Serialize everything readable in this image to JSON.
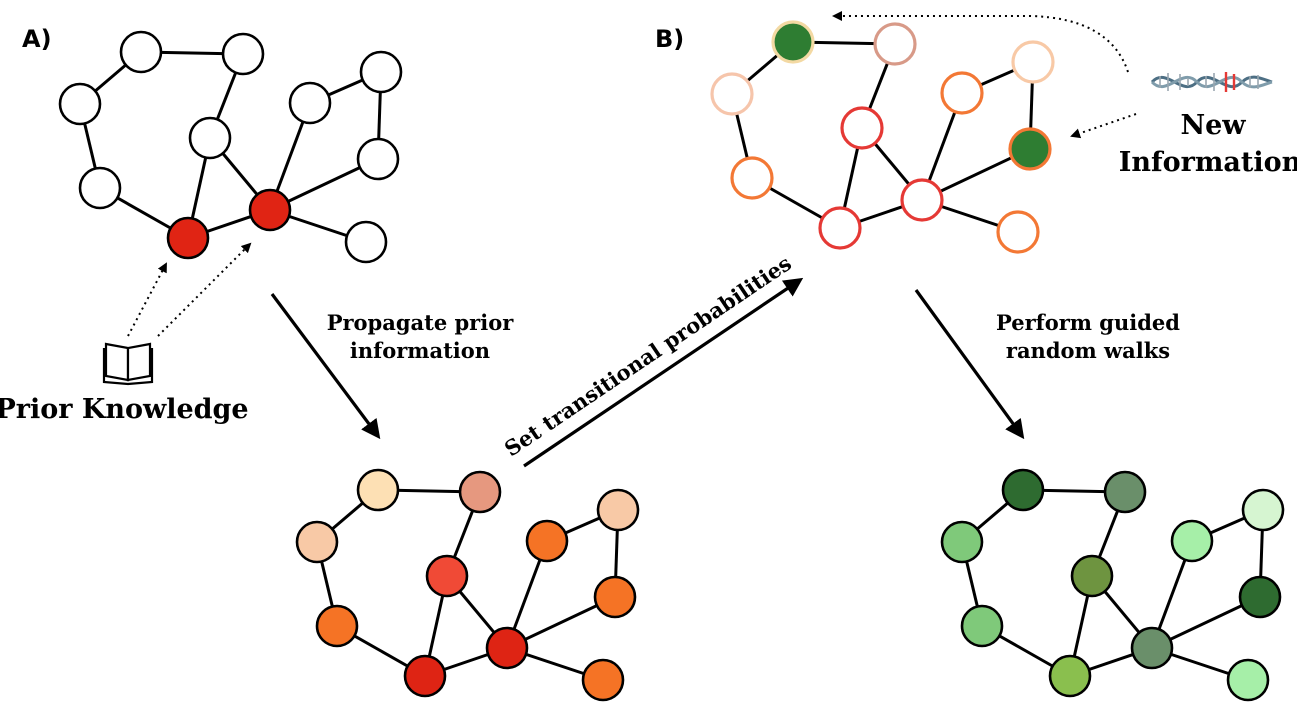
{
  "panel_labels": {
    "a": "A)",
    "b": "B)"
  },
  "captions": {
    "prior_knowledge": "Prior Knowledge",
    "propagate_line1": "Propagate prior",
    "propagate_line2": "information",
    "transitional": "Set transitional probabilities",
    "walks_line1": "Perform guided",
    "walks_line2": "random walks",
    "new_info_line1": "New",
    "new_info_line2": "Information"
  },
  "icons": {
    "book": "open-book-icon",
    "dna": "dna-helix-icon"
  },
  "colors": {
    "edge": "#000000",
    "seed_red": "#e02414",
    "new_info_green": "#2e7d32"
  },
  "networks": {
    "prior": {
      "node_fill": [
        "#ffffff",
        "#ffffff",
        "#ffffff",
        "#ffffff",
        "#ffffff",
        "#ffffff",
        "#ffffff",
        "#ffffff",
        "#ffffff",
        "#e02414",
        "#e02414",
        "#ffffff"
      ],
      "node_stroke": [
        "#000000",
        "#000000",
        "#000000",
        "#000000",
        "#000000",
        "#000000",
        "#000000",
        "#000000",
        "#000000",
        "#000000",
        "#000000",
        "#000000"
      ]
    },
    "propagated": {
      "node_fill": [
        "#fde0b4",
        "#e6987f",
        "#f8c9a6",
        "#f04a36",
        "#f57325",
        "#f8c9a6",
        "#f57325",
        "#f57325",
        "#f57325",
        "#de2414",
        "#de2414",
        "#f57325"
      ],
      "node_stroke": [
        "#000000",
        "#000000",
        "#000000",
        "#000000",
        "#000000",
        "#000000",
        "#000000",
        "#000000",
        "#000000",
        "#000000",
        "#000000",
        "#000000"
      ]
    },
    "transitional": {
      "node_fill": [
        "#2e7d32",
        "#ffffff",
        "#ffffff",
        "#ffffff",
        "#ffffff",
        "#ffffff",
        "#ffffff",
        "#2e7d32",
        "#ffffff",
        "#ffffff",
        "#ffffff",
        "#ffffff"
      ],
      "node_stroke": [
        "#f3d9a3",
        "#d89a88",
        "#f6c5ab",
        "#e53935",
        "#f37835",
        "#f8c9a6",
        "#f37835",
        "#f37835",
        "#f37835",
        "#e53935",
        "#e53935",
        "#f37835"
      ]
    },
    "walks": {
      "node_fill": [
        "#2e6b30",
        "#6a8f6a",
        "#7fc97a",
        "#6e9440",
        "#a6efa8",
        "#d6f5d1",
        "#7fc97a",
        "#2e6b30",
        "#a6efa8",
        "#8abf4e",
        "#6a8f6a",
        "#d6f5d1"
      ],
      "node_stroke": [
        "#000000",
        "#000000",
        "#000000",
        "#000000",
        "#000000",
        "#000000",
        "#000000",
        "#000000",
        "#000000",
        "#000000",
        "#000000",
        "#000000"
      ]
    }
  }
}
